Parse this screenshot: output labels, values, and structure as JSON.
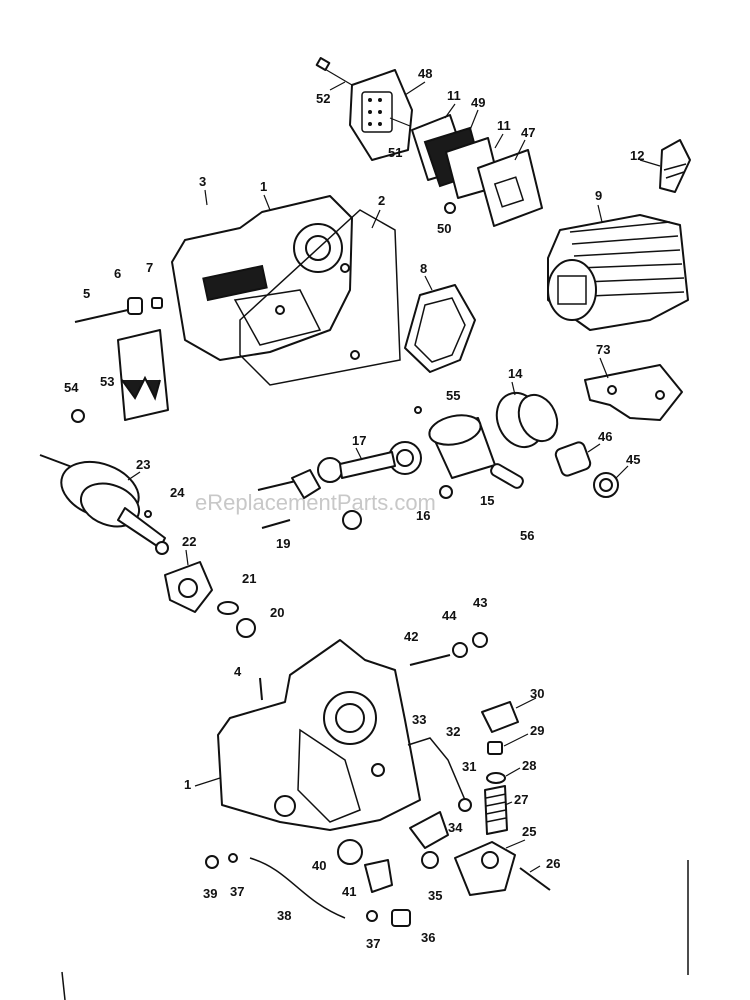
{
  "watermark": "eReplacementParts.com",
  "callouts": [
    "52",
    "48",
    "11",
    "49",
    "11",
    "47",
    "51",
    "50",
    "12",
    "3",
    "1",
    "2",
    "9",
    "6",
    "5",
    "7",
    "8",
    "53",
    "54",
    "55",
    "14",
    "73",
    "17",
    "46",
    "45",
    "23",
    "24",
    "15",
    "16",
    "56",
    "19",
    "22",
    "21",
    "20",
    "44",
    "43",
    "42",
    "4",
    "30",
    "33",
    "32",
    "29",
    "1",
    "31",
    "28",
    "27",
    "25",
    "34",
    "40",
    "39",
    "37",
    "41",
    "35",
    "26",
    "38",
    "37",
    "36"
  ]
}
